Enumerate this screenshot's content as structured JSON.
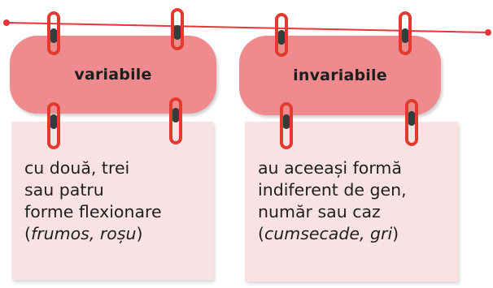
{
  "colors": {
    "line": "#e8343a",
    "tag_fill": "#ef8b8e",
    "card_fill": "#f9e2e4",
    "ring": "#e23a2f",
    "hole": "#3a3a3a"
  },
  "left": {
    "tag_label": "variabile",
    "lines": [
      "cu două, trei",
      "sau patru",
      "forme flexionare"
    ],
    "example_open": "(",
    "example_italic": "frumos, roșu",
    "example_close": ")"
  },
  "right": {
    "tag_label": "invariabile",
    "lines": [
      "au aceeași formă",
      "indiferent de gen,",
      "număr sau caz"
    ],
    "example_open": "(",
    "example_italic": "cumsecade, gri",
    "example_close": ")"
  },
  "icons": [
    "ring-icon",
    "hole-icon",
    "line-end-dot-icon"
  ]
}
